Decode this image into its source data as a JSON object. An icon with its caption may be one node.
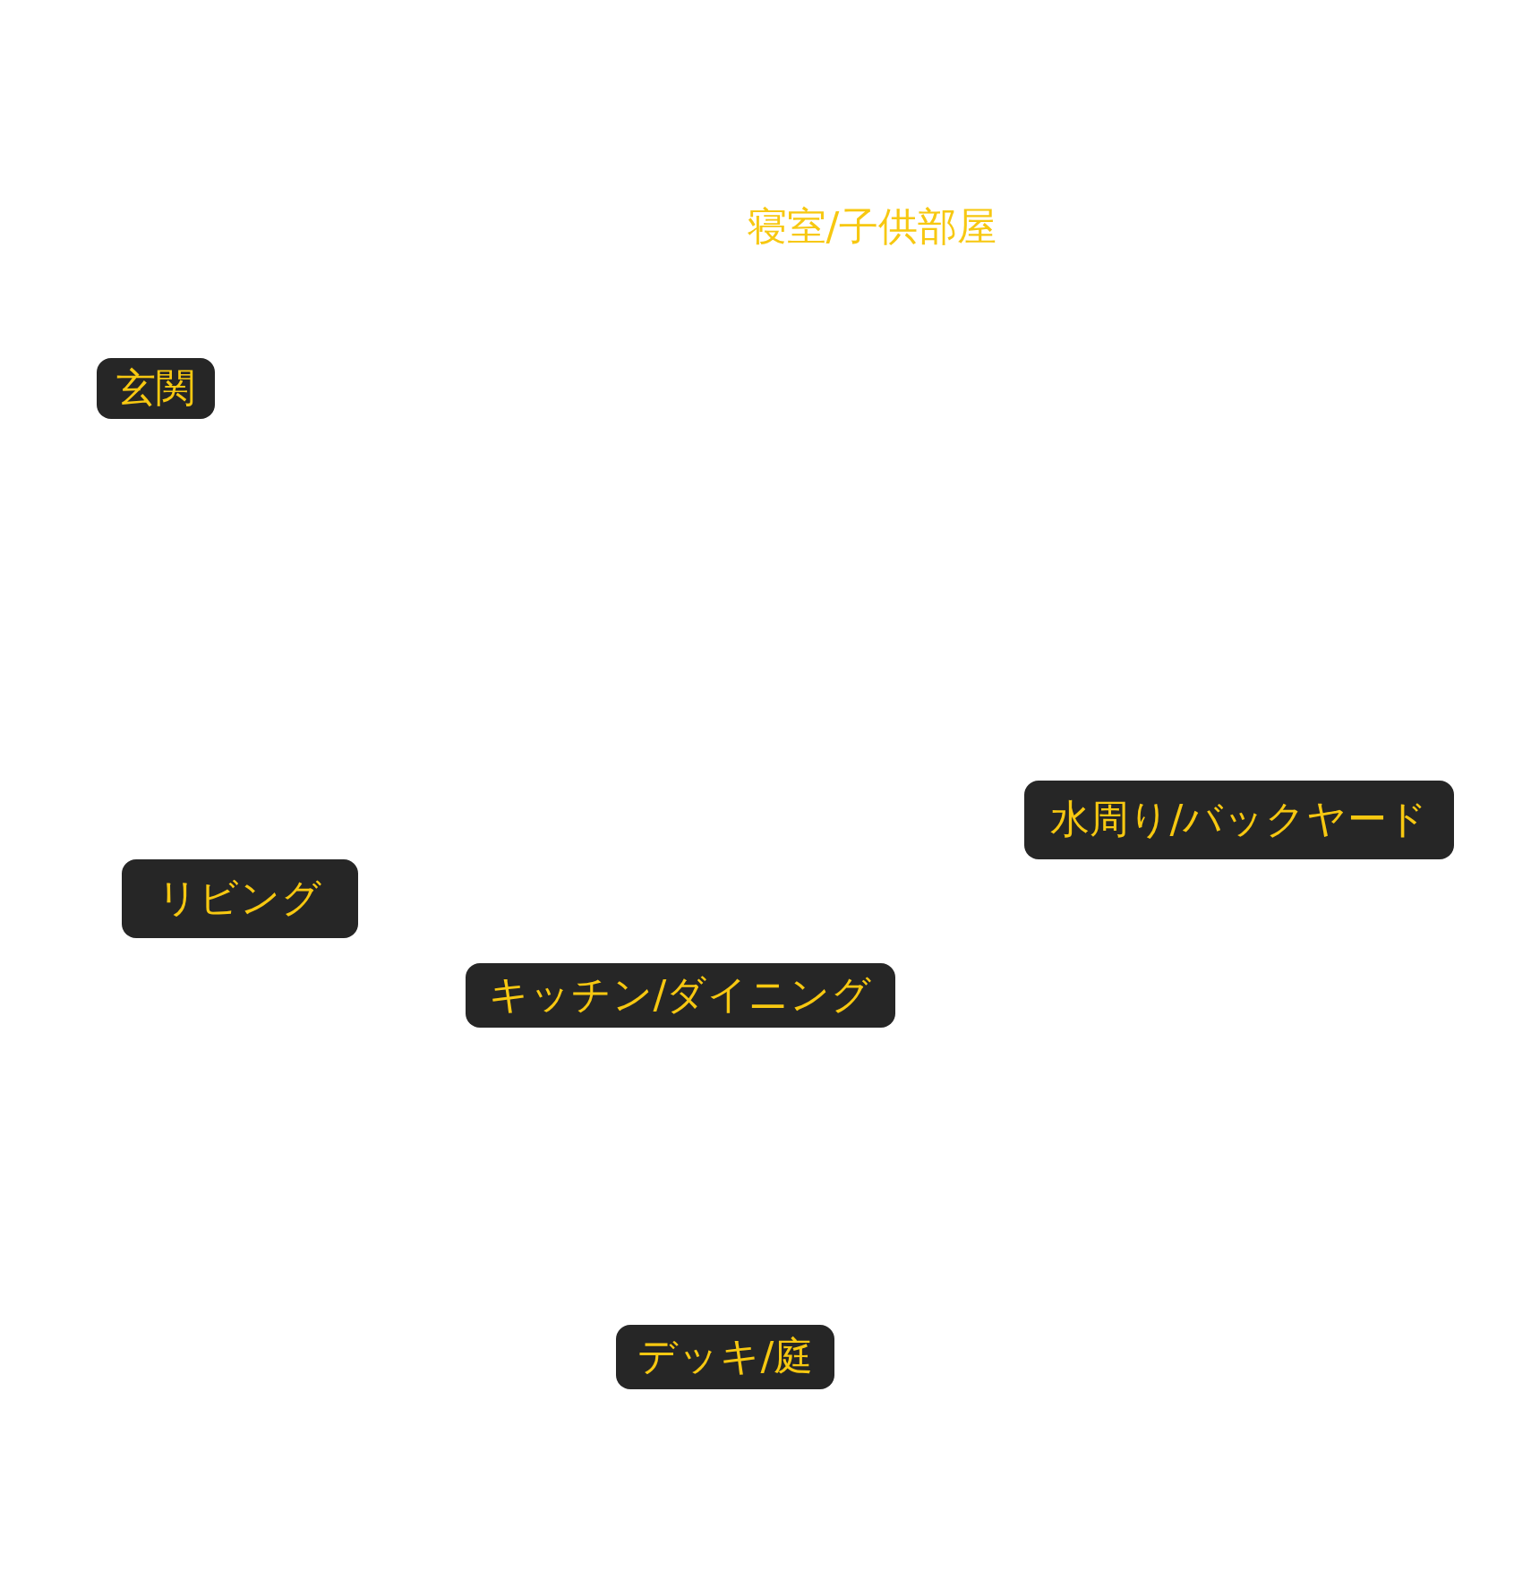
{
  "diagram": {
    "nodes": [
      {
        "text": [
          "玄関"
        ]
      },
      {
        "text": [
          "水周り/バックヤード"
        ]
      },
      {
        "text": [
          "リビング"
        ]
      },
      {
        "text": [
          "キッチン/ダイニング"
        ]
      },
      {
        "text": [
          "デッキ/庭"
        ]
      }
    ],
    "labels": [
      "寝室/子供部屋"
    ]
  }
}
